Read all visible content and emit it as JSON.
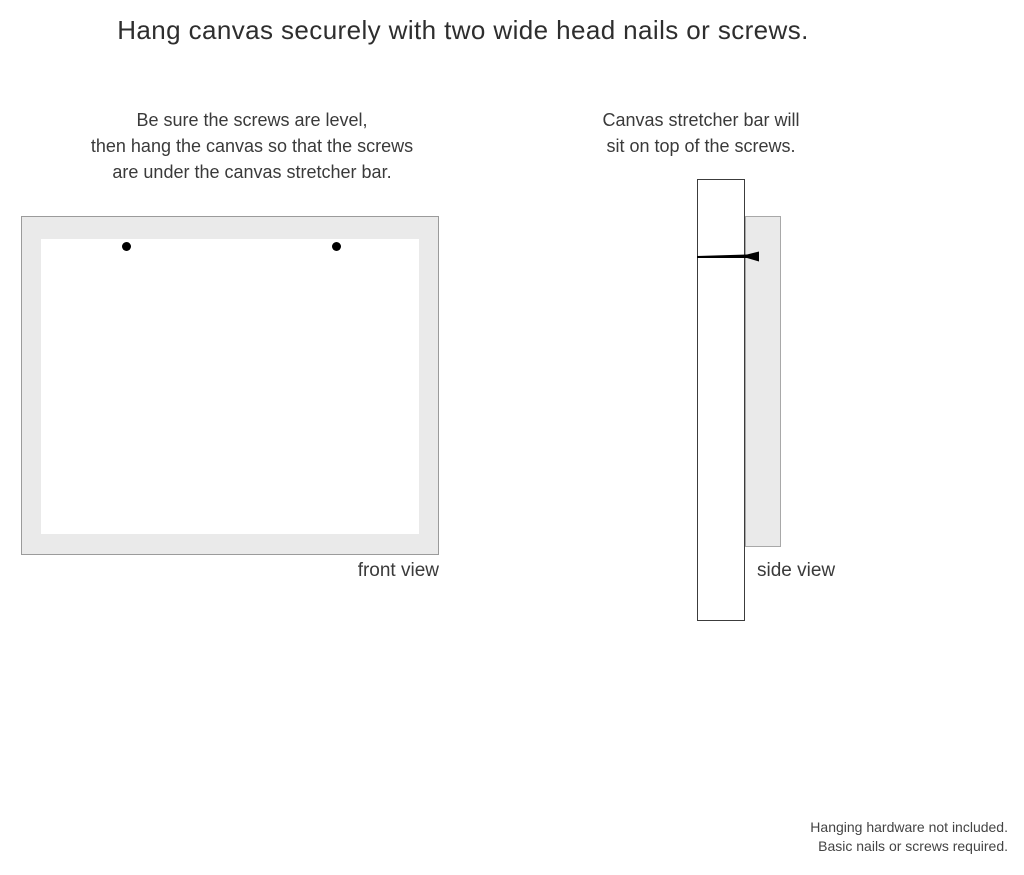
{
  "title": "Hang canvas securely with two wide head nails or screws.",
  "instructions": {
    "left": {
      "lines": [
        "Be sure the screws are level,",
        "then hang the canvas so that the screws",
        "are under the canvas stretcher bar."
      ]
    },
    "right": {
      "lines": [
        "Canvas stretcher bar will",
        "sit on top of the screws."
      ]
    }
  },
  "front_view": {
    "label": "front view",
    "nail_count": 2
  },
  "side_view": {
    "label": "side view"
  },
  "footer": {
    "lines": [
      "Hanging hardware not included.",
      "Basic nails or screws required."
    ]
  },
  "colors": {
    "fill-gray": "#eaeaea",
    "line-dark": "#3c3c3c",
    "line-gray": "#9b9b9b",
    "ink": "#333333",
    "ink-soft": "#444444",
    "nail-black": "#000000"
  }
}
